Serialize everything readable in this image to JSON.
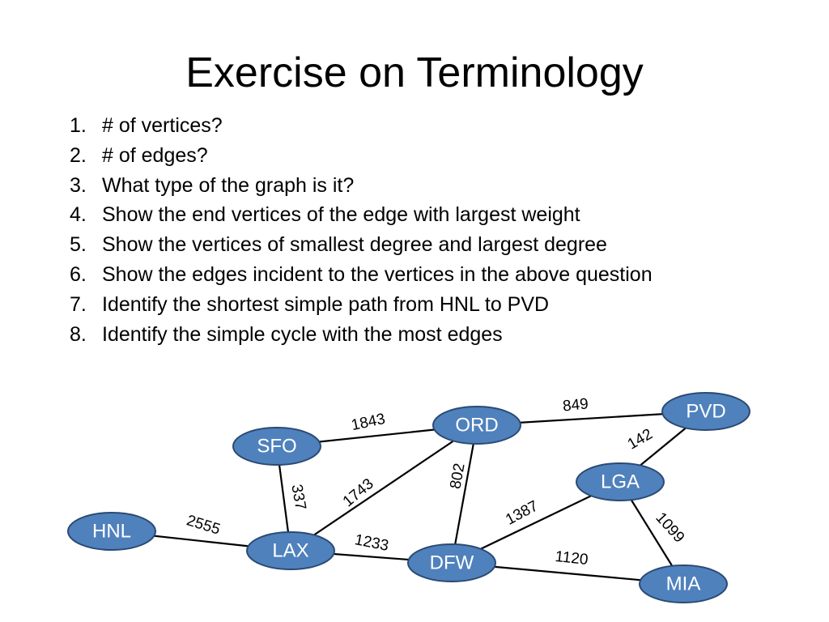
{
  "slide": {
    "title": "Exercise on Terminology"
  },
  "questions": [
    {
      "number": "1.",
      "text": "# of vertices?"
    },
    {
      "number": "2.",
      "text": "# of edges?"
    },
    {
      "number": "3.",
      "text": "What type of the graph is it?"
    },
    {
      "number": "4.",
      "text": "Show the end vertices of the edge with largest weight"
    },
    {
      "number": "5.",
      "text": "Show the vertices of smallest degree and largest degree"
    },
    {
      "number": "6.",
      "text": "Show the edges incident to the vertices in the above question"
    },
    {
      "number": "7.",
      "text": "Identify the shortest simple path from HNL to PVD"
    },
    {
      "number": "8.",
      "text": "Identify the simple cycle with the most edges"
    }
  ],
  "graph": {
    "node_color": "#4f81bd",
    "node_text_color": "#ffffff",
    "nodes": [
      {
        "id": "HNL",
        "label": "HNL"
      },
      {
        "id": "SFO",
        "label": "SFO"
      },
      {
        "id": "LAX",
        "label": "LAX"
      },
      {
        "id": "ORD",
        "label": "ORD"
      },
      {
        "id": "DFW",
        "label": "DFW"
      },
      {
        "id": "PVD",
        "label": "PVD"
      },
      {
        "id": "LGA",
        "label": "LGA"
      },
      {
        "id": "MIA",
        "label": "MIA"
      }
    ],
    "edges": [
      {
        "from": "HNL",
        "to": "LAX",
        "weight": "2555"
      },
      {
        "from": "SFO",
        "to": "ORD",
        "weight": "1843"
      },
      {
        "from": "SFO",
        "to": "LAX",
        "weight": "337"
      },
      {
        "from": "LAX",
        "to": "ORD",
        "weight": "1743"
      },
      {
        "from": "LAX",
        "to": "DFW",
        "weight": "1233"
      },
      {
        "from": "ORD",
        "to": "DFW",
        "weight": "802"
      },
      {
        "from": "ORD",
        "to": "PVD",
        "weight": "849"
      },
      {
        "from": "PVD",
        "to": "LGA",
        "weight": "142"
      },
      {
        "from": "LGA",
        "to": "DFW",
        "weight": "1387"
      },
      {
        "from": "LGA",
        "to": "MIA",
        "weight": "1099"
      },
      {
        "from": "DFW",
        "to": "MIA",
        "weight": "1120"
      }
    ]
  }
}
